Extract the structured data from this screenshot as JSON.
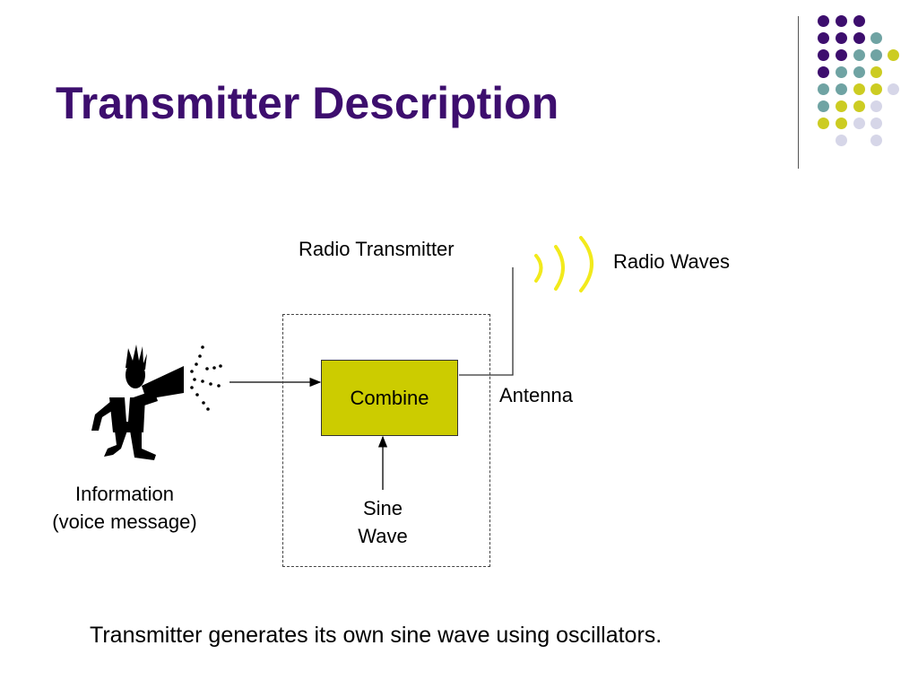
{
  "slide": {
    "title": "Transmitter Description",
    "footnote": "Transmitter generates its own sine wave using oscillators."
  },
  "diagram": {
    "radio_transmitter_label": "Radio Transmitter",
    "radio_waves_label": "Radio Waves",
    "combine_label": "Combine",
    "antenna_label": "Antenna",
    "information_line1": "Information",
    "information_line2": "(voice message)",
    "sine_line1": "Sine",
    "sine_line2": "Wave"
  },
  "icons": {
    "speaker": "person-with-megaphone-icon",
    "waves": "radio-waves-icon"
  },
  "colors": {
    "title": "#3d0e6e",
    "combine_fill": "#cccc00",
    "wave_color": "#f2ea1c",
    "purple": "#3d0e6e",
    "teal": "#6fa3a3",
    "yellow": "#cccc22",
    "lavender": "#d6d6e8"
  }
}
